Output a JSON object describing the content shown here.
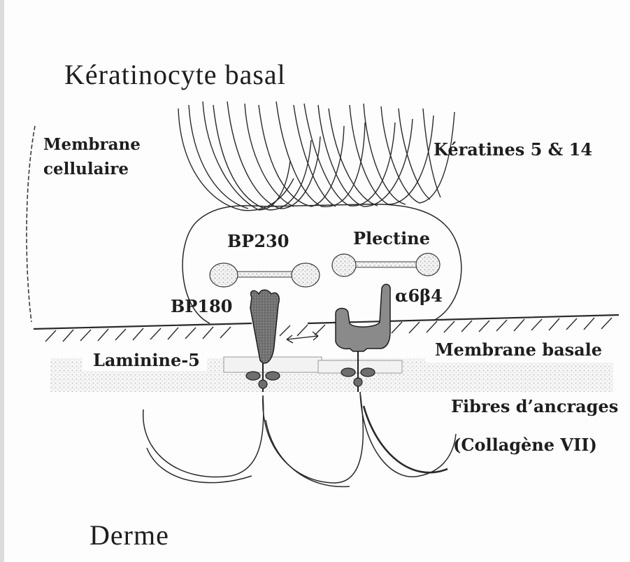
{
  "title": "Kératinocyte basal",
  "labels": {
    "membrane_cellulaire_1": "Membrane",
    "membrane_cellulaire_2": "cellulaire",
    "keratines": "Kératines 5 & 14",
    "bp230": "BP230",
    "plectine": "Plectine",
    "bp180": "BP180",
    "integrin": "α6β4",
    "laminine": "Laminine-5",
    "membrane_basale": "Membrane basale",
    "fibres": "Fibres d’ancrages",
    "collagene": "(Collagène VII)",
    "derme": "Derme"
  },
  "colors": {
    "ink": "#1e1e1e",
    "protein_fill": "#7d7d7d",
    "stipple": "#bcbcbc",
    "paper": "#fdfdfd"
  }
}
